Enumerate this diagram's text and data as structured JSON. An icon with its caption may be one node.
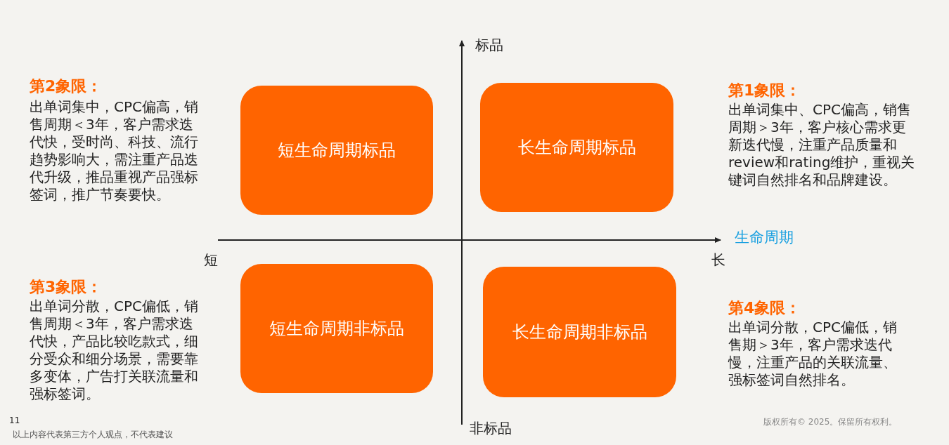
{
  "diagram": {
    "nodes": [
      {
        "text": [
          "短生命周期标品"
        ]
      },
      {
        "text": [
          "长生命周期标品"
        ]
      },
      {
        "text": [
          "短生命周期非标品"
        ]
      },
      {
        "text": [
          "长生命周期非标品"
        ]
      }
    ],
    "edges": [],
    "labels": [
      "标品",
      "第2象限：",
      "出单词集中，CPC偏高，销售周期＜3年，客户需求迭代快，受时尚、科技、流行趋势影响大，需注重产品迭代升级，推品重视产品强标签词，推广节奏要快。",
      "第1象限：",
      "出单词集中、CPC偏高，销售周期＞3年，客户核心需求更新迭代慢，注重产品质量和review和rating维护，重视关键词自然排名和品牌建设。",
      "生命周期",
      "短",
      "长",
      "第3象限：",
      "出单词分散，CPC偏低，销售周期＜3年，客户需求迭代快，产品比较吃款式，细分受众和细分场景，需要靠多变体，广告打关联流量和强标签词。",
      "第4象限：",
      "出单词分散，CPC偏低，销售期＞3年，客户需求迭代慢，注重产品的关联流量、强标签词自然排名。",
      "非标品",
      "11",
      "版权所有© 2025。保留所有权利。",
      "以上内容代表第三方个人观点，不代表建议"
    ]
  }
}
